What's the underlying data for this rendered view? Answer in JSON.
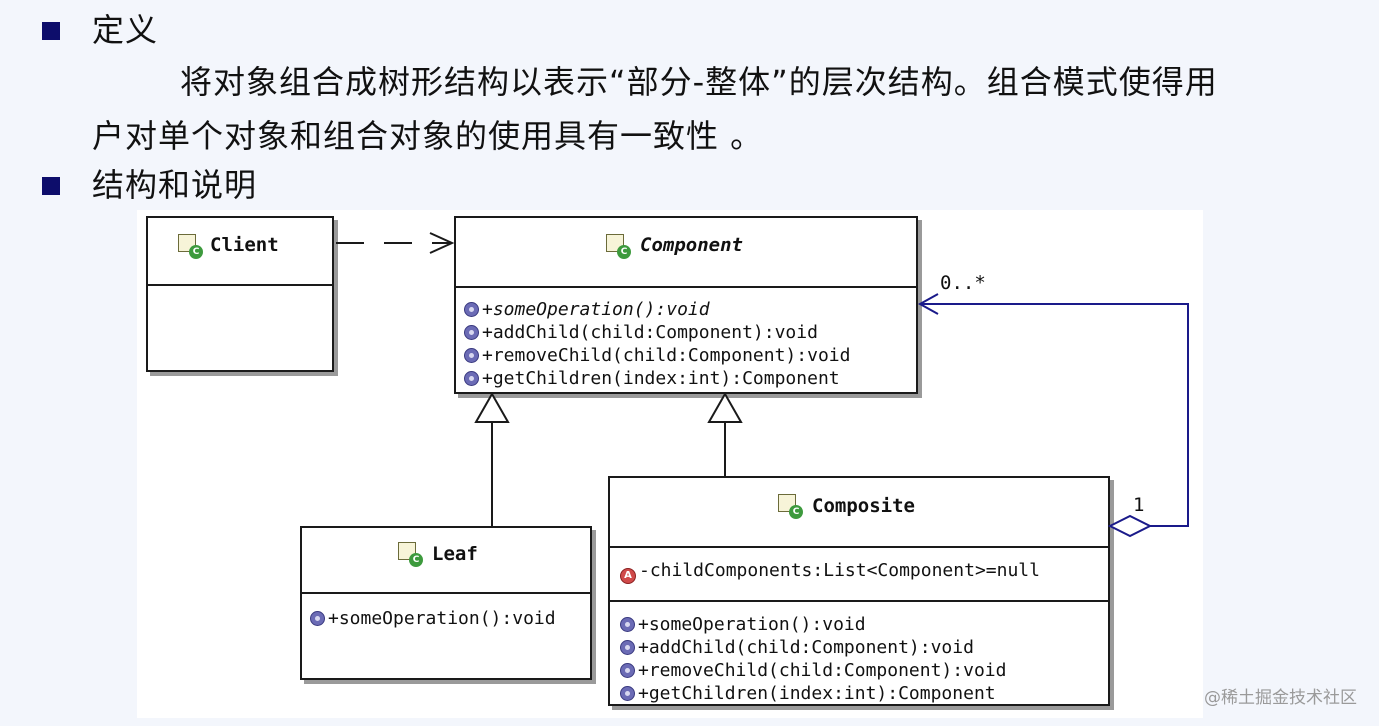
{
  "sections": [
    {
      "heading": "定义"
    },
    {
      "heading": "结构和说明"
    }
  ],
  "definition": {
    "line1": "将对象组合成树形结构以表示“部分-整体”的层次结构。组合模式使得用",
    "line2": "户对单个对象和组合对象的使用具有一致性 。"
  },
  "diagram": {
    "client": {
      "name": "Client"
    },
    "component": {
      "name": "Component",
      "methods": [
        "+someOperation():void",
        "+addChild(child:Component):void",
        "+removeChild(child:Component):void",
        "+getChildren(index:int):Component"
      ]
    },
    "leaf": {
      "name": "Leaf",
      "methods": [
        "+someOperation():void"
      ]
    },
    "composite": {
      "name": "Composite",
      "attributes": [
        "-childComponents:List<Component>=null"
      ],
      "methods": [
        "+someOperation():void",
        "+addChild(child:Component):void",
        "+removeChild(child:Component):void",
        "+getChildren(index:int):Component"
      ]
    },
    "multiplicity_many": "0..*",
    "multiplicity_one": "1"
  },
  "watermark": "@稀土掘金技术社区",
  "colors": {
    "bullet": "#0d0d6b",
    "association": "#1a1a8a",
    "background": "#f3f6fc"
  }
}
